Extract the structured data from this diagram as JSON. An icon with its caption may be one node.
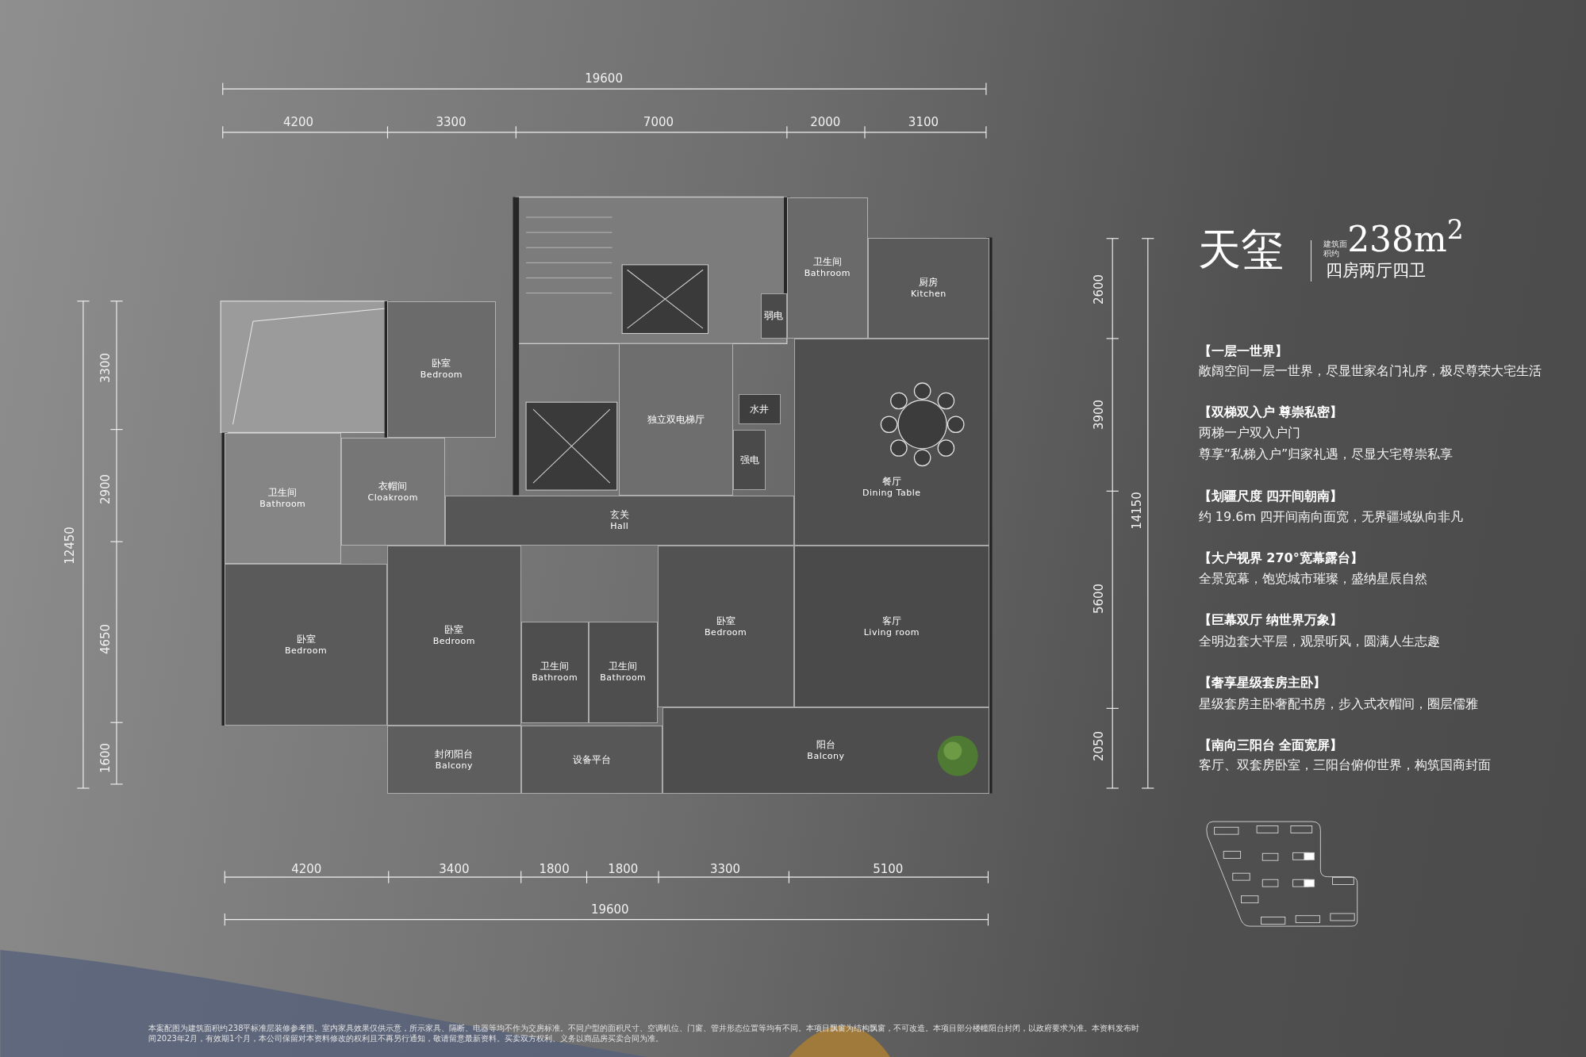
{
  "diagram": {
    "title": "天玺",
    "nodes": [
      {
        "text": [
          "卧室",
          "Bedroom"
        ]
      },
      {
        "text": [
          "卫生间",
          "Bathroom"
        ]
      },
      {
        "text": [
          "衣帽间",
          "Cloakroom"
        ]
      },
      {
        "text": [
          "独立双电梯厅"
        ]
      },
      {
        "text": [
          "弱电"
        ]
      },
      {
        "text": [
          "水井"
        ]
      },
      {
        "text": [
          "强电"
        ]
      },
      {
        "text": [
          "卫生间",
          "Bathroom"
        ]
      },
      {
        "text": [
          "厨房",
          "Kitchen"
        ]
      },
      {
        "text": [
          "餐厅",
          "Dining Table"
        ]
      },
      {
        "text": [
          "玄关",
          "Hall"
        ]
      },
      {
        "text": [
          "卧室",
          "Bedroom"
        ]
      },
      {
        "text": [
          "卧室",
          "Bedroom"
        ]
      },
      {
        "text": [
          "卫生间",
          "Bathroom"
        ]
      },
      {
        "text": [
          "卫生间",
          "Bathroom"
        ]
      },
      {
        "text": [
          "卧室",
          "Bedroom"
        ]
      },
      {
        "text": [
          "客厅",
          "Living room"
        ]
      },
      {
        "text": [
          "封闭阳台",
          "Balcony"
        ]
      },
      {
        "text": [
          "设备平台"
        ]
      },
      {
        "text": [
          "阳台",
          "Balcony"
        ]
      }
    ],
    "labels": [
      "19600",
      "4200",
      "3300",
      "7000",
      "2000",
      "3100",
      "3300",
      "2900",
      "4650",
      "1600",
      "12450",
      "2600",
      "3900",
      "5600",
      "2050",
      "14150",
      "4200",
      "3400",
      "1800",
      "1800",
      "3300",
      "5100",
      "19600",
      "建筑面积约",
      "238m$^{2}$",
      "四房两厅四卫",
      "【一层一世界】",
      "敞阔空间一层一世界，尽显世家名门礼序，极尽尊荣大宅生活",
      "【双梯双入户 尊崇私密】",
      "两梯一户双入户门",
      "尊享“私梯入户”归家礼遇，尽显大宅尊崇私享",
      "【划疆尺度 四开间朝南】",
      "约 19.6m 四开间南向面宽，无界疆域纵向非凡",
      "【大户视界 270°宽幕露台】",
      "全景宽幕，饱览城市璀璨，盛纳星辰自然",
      "【巨幕双厅 纳世界万象】",
      "全明边套大平层，观景听风，圆满人生志趣",
      "【奢享星级套房主卧】",
      "星级套房主卧奢配书房，步入式衣帽间，圈层儒雅",
      "【南向三阳台 全面宽屏】",
      "客厅、双套房卧室，三阳台俯仰世界，构筑国商封面",
      "本案配图为建筑面积约238平标准层装修参考图。室内家具效果仅供示意，所示家具、隔断、电器等均不作为交房标准。不同户型的面积尺寸、空调机位、门窗、管井形态位置等均有不同。本项目飘窗为结构飘窗，不可改造。本项目部分楼幢阳台封闭，以政府要求为准。本资料发布时间2023年2月，有效期1个月，本公司保留对本资料修改的权利且不再另行通知，敬请留意最新资料。买卖双方权利、义务以商品房买卖合同为准。"
    ]
  }
}
